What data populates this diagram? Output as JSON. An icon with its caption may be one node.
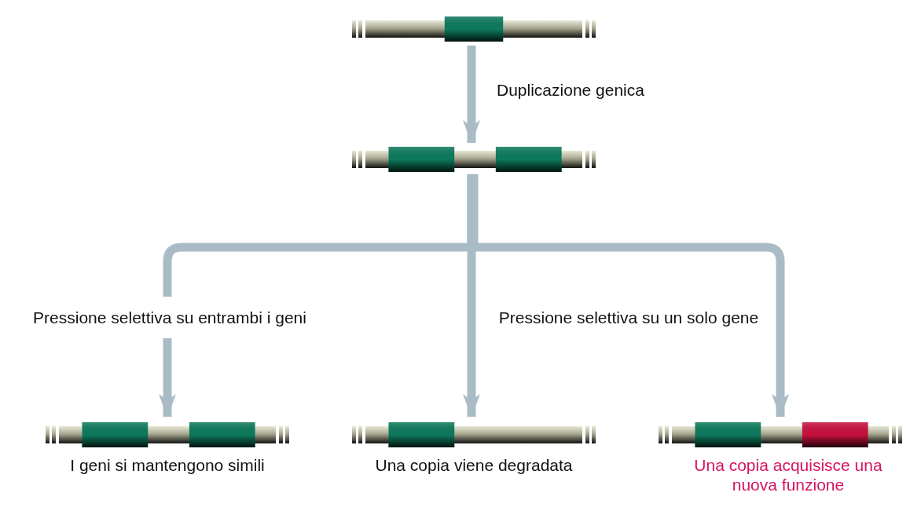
{
  "diagram": {
    "nodes": [
      {
        "text": [],
        "shape": "bar"
      },
      {
        "text": [],
        "shape": "bar"
      },
      {
        "text": [],
        "shape": "bar",
        "beside": [
          "I geni si mantengono simili"
        ]
      },
      {
        "text": [],
        "shape": "bar",
        "beside": [
          "Una copia viene degradata"
        ]
      },
      {
        "text": [],
        "shape": "bar",
        "beside": [
          "Una copia acquisisce una nuova funzione"
        ]
      }
    ],
    "edges": [
      {
        "from": 0,
        "to": 1,
        "arrow": "to",
        "label": "Duplicazione genica"
      },
      {
        "from": 1,
        "to": 2,
        "arrow": "to",
        "label": "Pressione selettiva su entrambi i geni"
      },
      {
        "from": 1,
        "to": 3,
        "arrow": "to"
      },
      {
        "from": 1,
        "to": 4,
        "arrow": "to",
        "label": "Pressione selettiva su un solo gene"
      }
    ]
  }
}
